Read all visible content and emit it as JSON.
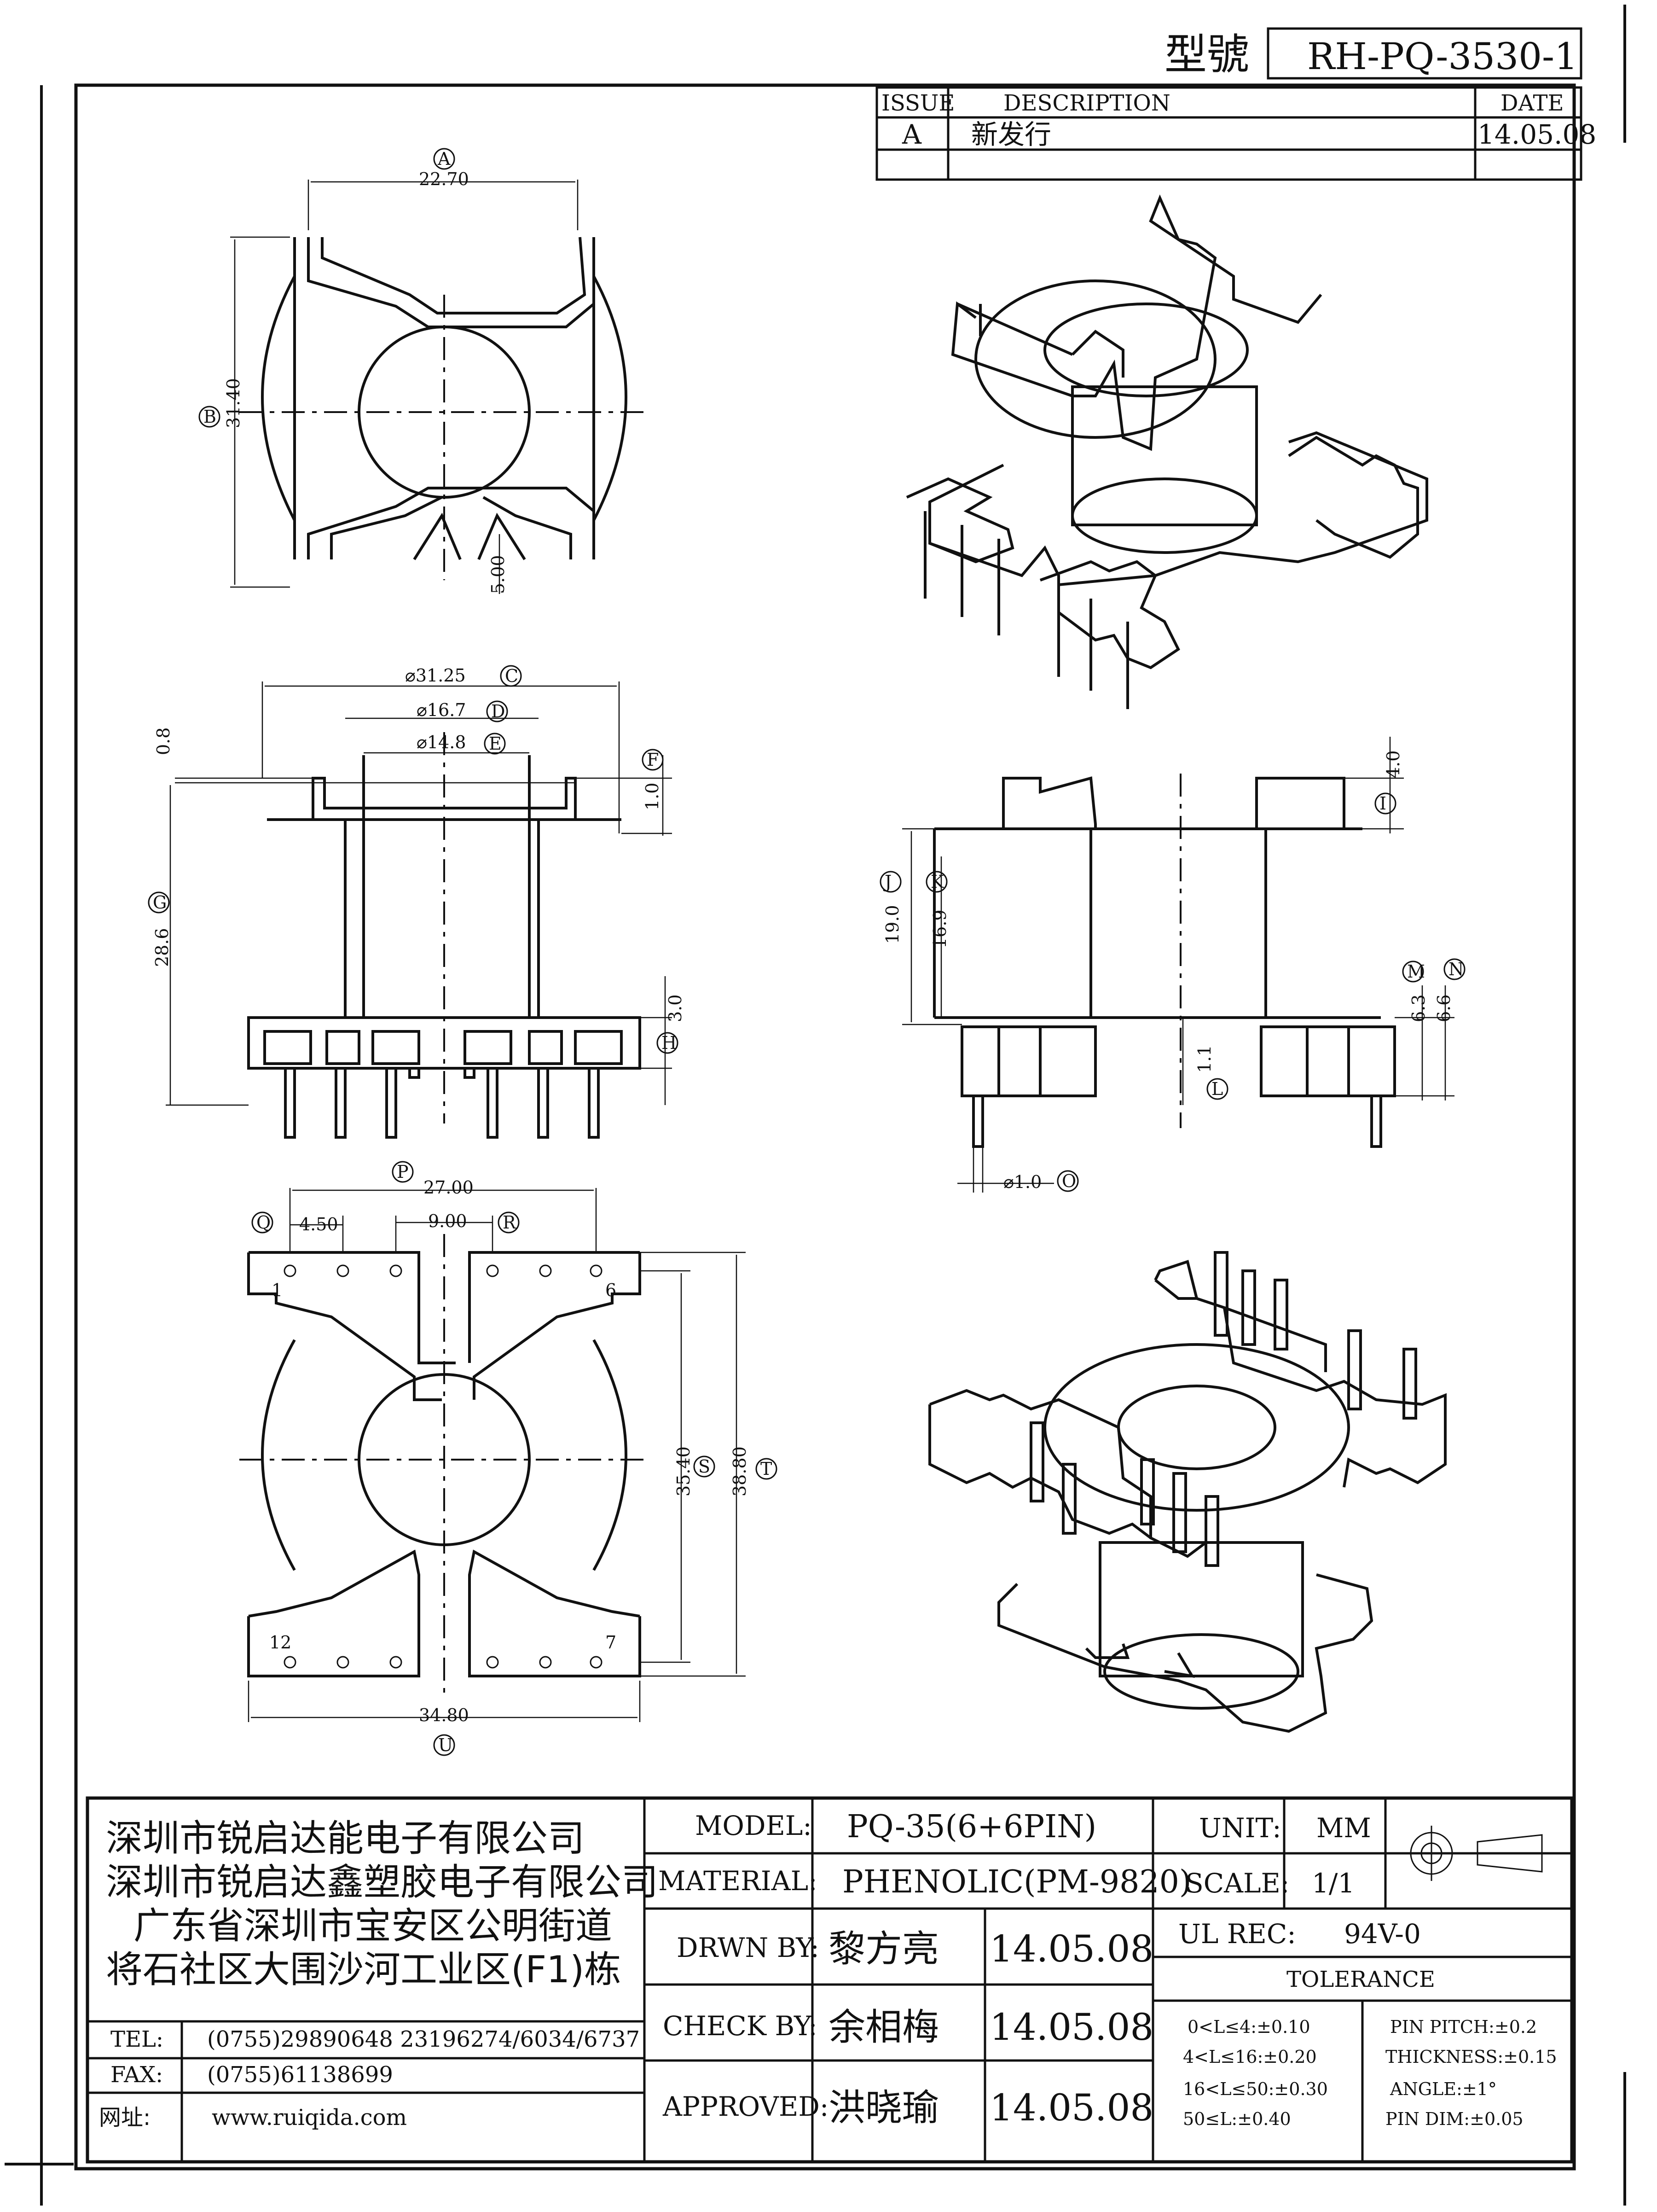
{
  "header": {
    "model_no_label": "型號",
    "model_no_value": "RH-PQ-3530-1"
  },
  "revision": {
    "col_issue": "ISSUE",
    "col_description": "DESCRIPTION",
    "col_date": "DATE",
    "rows": [
      {
        "issue": "A",
        "description": "新发行",
        "date": "14.05.08"
      },
      {
        "issue": "",
        "description": "",
        "date": ""
      }
    ]
  },
  "views": {
    "top": {
      "dim_A": "22.70",
      "tag_A": "A",
      "dim_B": "31.40",
      "tag_B": "B",
      "dim_slot": "5.00"
    },
    "front": {
      "dim_C": "⌀31.25",
      "tag_C": "C",
      "dim_D": "⌀16.7",
      "tag_D": "D",
      "dim_E": "⌀14.8",
      "tag_E": "E",
      "dim_F": "1.0",
      "tag_F": "F",
      "dim_flange": "0.8",
      "dim_G": "28.6",
      "tag_G": "G",
      "dim_H": "3.0",
      "tag_H": "H"
    },
    "side": {
      "dim_I": "4.0",
      "tag_I": "I",
      "dim_J": "19.0",
      "tag_J": "J",
      "dim_K": "16.9",
      "tag_K": "K",
      "dim_L": "1.1",
      "tag_L": "L",
      "dim_M": "6.3",
      "tag_M": "M",
      "dim_N": "6.6",
      "tag_N": "N",
      "dim_O": "⌀1.0",
      "tag_O": "O"
    },
    "bottom": {
      "dim_P": "27.00",
      "tag_P": "P",
      "dim_Q": "4.50",
      "tag_Q": "Q",
      "dim_R": "9.00",
      "tag_R": "R",
      "dim_S": "35.40",
      "tag_S": "S",
      "dim_T": "38.80",
      "tag_T": "T",
      "dim_U": "34.80",
      "tag_U": "U",
      "pin_1": "1",
      "pin_6": "6",
      "pin_7": "7",
      "pin_12": "12"
    }
  },
  "title_block": {
    "company_lines": [
      "深圳市锐启达能电子有限公司",
      "深圳市锐启达鑫塑胶电子有限公司",
      "广东省深圳市宝安区公明街道",
      "将石社区大围沙河工业区(F1)栋"
    ],
    "contacts": [
      {
        "label": "TEL:",
        "value": "(0755)29890648  23196274/6034/6737"
      },
      {
        "label": "FAX:",
        "value": "(0755)61138699"
      },
      {
        "label": "网址:",
        "value": "www.ruiqida.com"
      }
    ],
    "model_label": "MODEL:",
    "model_value": "PQ-35(6+6PIN)",
    "material_label": "MATERIAL:",
    "material_value": "PHENOLIC(PM-9820)",
    "drawn_label": "DRWN BY:",
    "drawn_name": "黎方亮",
    "drawn_date": "14.05.08",
    "check_label": "CHECK BY:",
    "check_name": "余相梅",
    "check_date": "14.05.08",
    "approved_label": "APPROVED:",
    "approved_name": "洪晓瑜",
    "approved_date": "14.05.08",
    "unit_label": "UNIT:",
    "unit_value": "MM",
    "scale_label": "SCALE:",
    "scale_value": "1/1",
    "ul_label": "UL REC:",
    "ul_value": "94V-0",
    "tolerance_label": "TOLERANCE",
    "tolerance_left": [
      "0<L≤4:±0.10",
      "4<L≤16:±0.20",
      "16<L≤50:±0.30",
      "50≤L:±0.40"
    ],
    "tolerance_right": [
      "PIN PITCH:±0.2",
      "THICKNESS:±0.15",
      "ANGLE:±1°",
      "PIN DIM:±0.05"
    ]
  }
}
